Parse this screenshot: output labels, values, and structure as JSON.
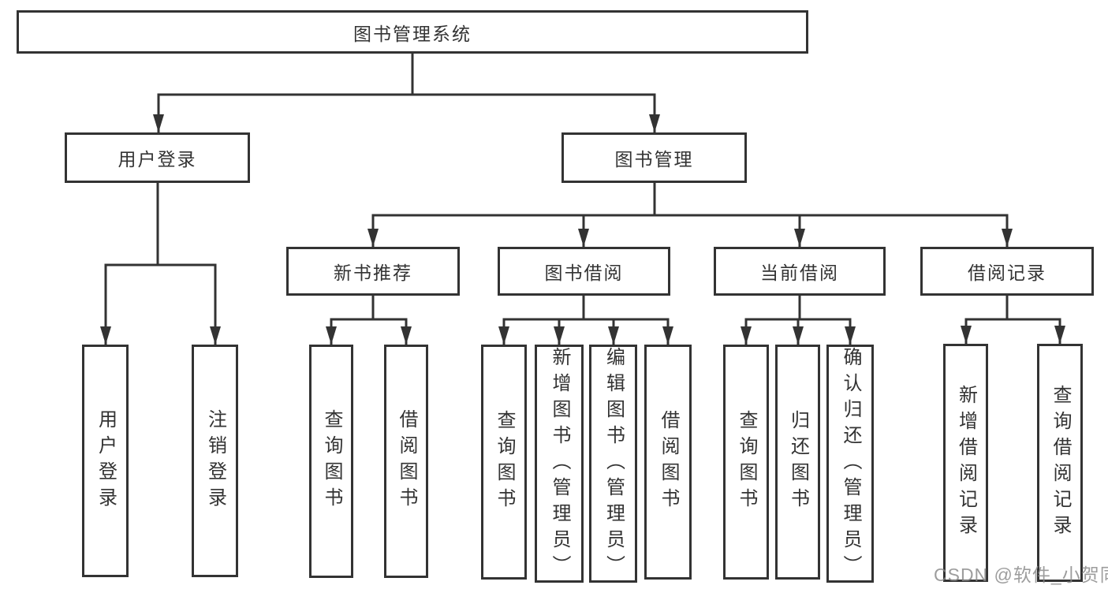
{
  "diagram_title": "图书管理系统",
  "colors": {
    "line": "#333333",
    "box_border": "#333333",
    "text": "#333333",
    "background": "#ffffff",
    "watermark": "#878787"
  },
  "tree": {
    "root": {
      "label": "图书管理系统"
    },
    "branches": [
      {
        "label": "用户登录",
        "children": [
          {
            "label": "用户登录"
          },
          {
            "label": "注销登录"
          }
        ]
      },
      {
        "label": "图书管理",
        "children": [
          {
            "label": "新书推荐",
            "children": [
              {
                "label": "查询图书"
              },
              {
                "label": "借阅图书"
              }
            ]
          },
          {
            "label": "图书借阅",
            "children": [
              {
                "label": "查询图书"
              },
              {
                "label": "新增图书（管理员）"
              },
              {
                "label": "编辑图书（管理员）"
              },
              {
                "label": "借阅图书"
              }
            ]
          },
          {
            "label": "当前借阅",
            "children": [
              {
                "label": "查询图书"
              },
              {
                "label": "归还图书"
              },
              {
                "label": "确认归还（管理员）"
              }
            ]
          },
          {
            "label": "借阅记录",
            "children": [
              {
                "label": "新增借阅记录"
              },
              {
                "label": "查询借阅记录"
              }
            ]
          }
        ]
      }
    ]
  },
  "watermark": "CSDN @软件_小贺同学"
}
